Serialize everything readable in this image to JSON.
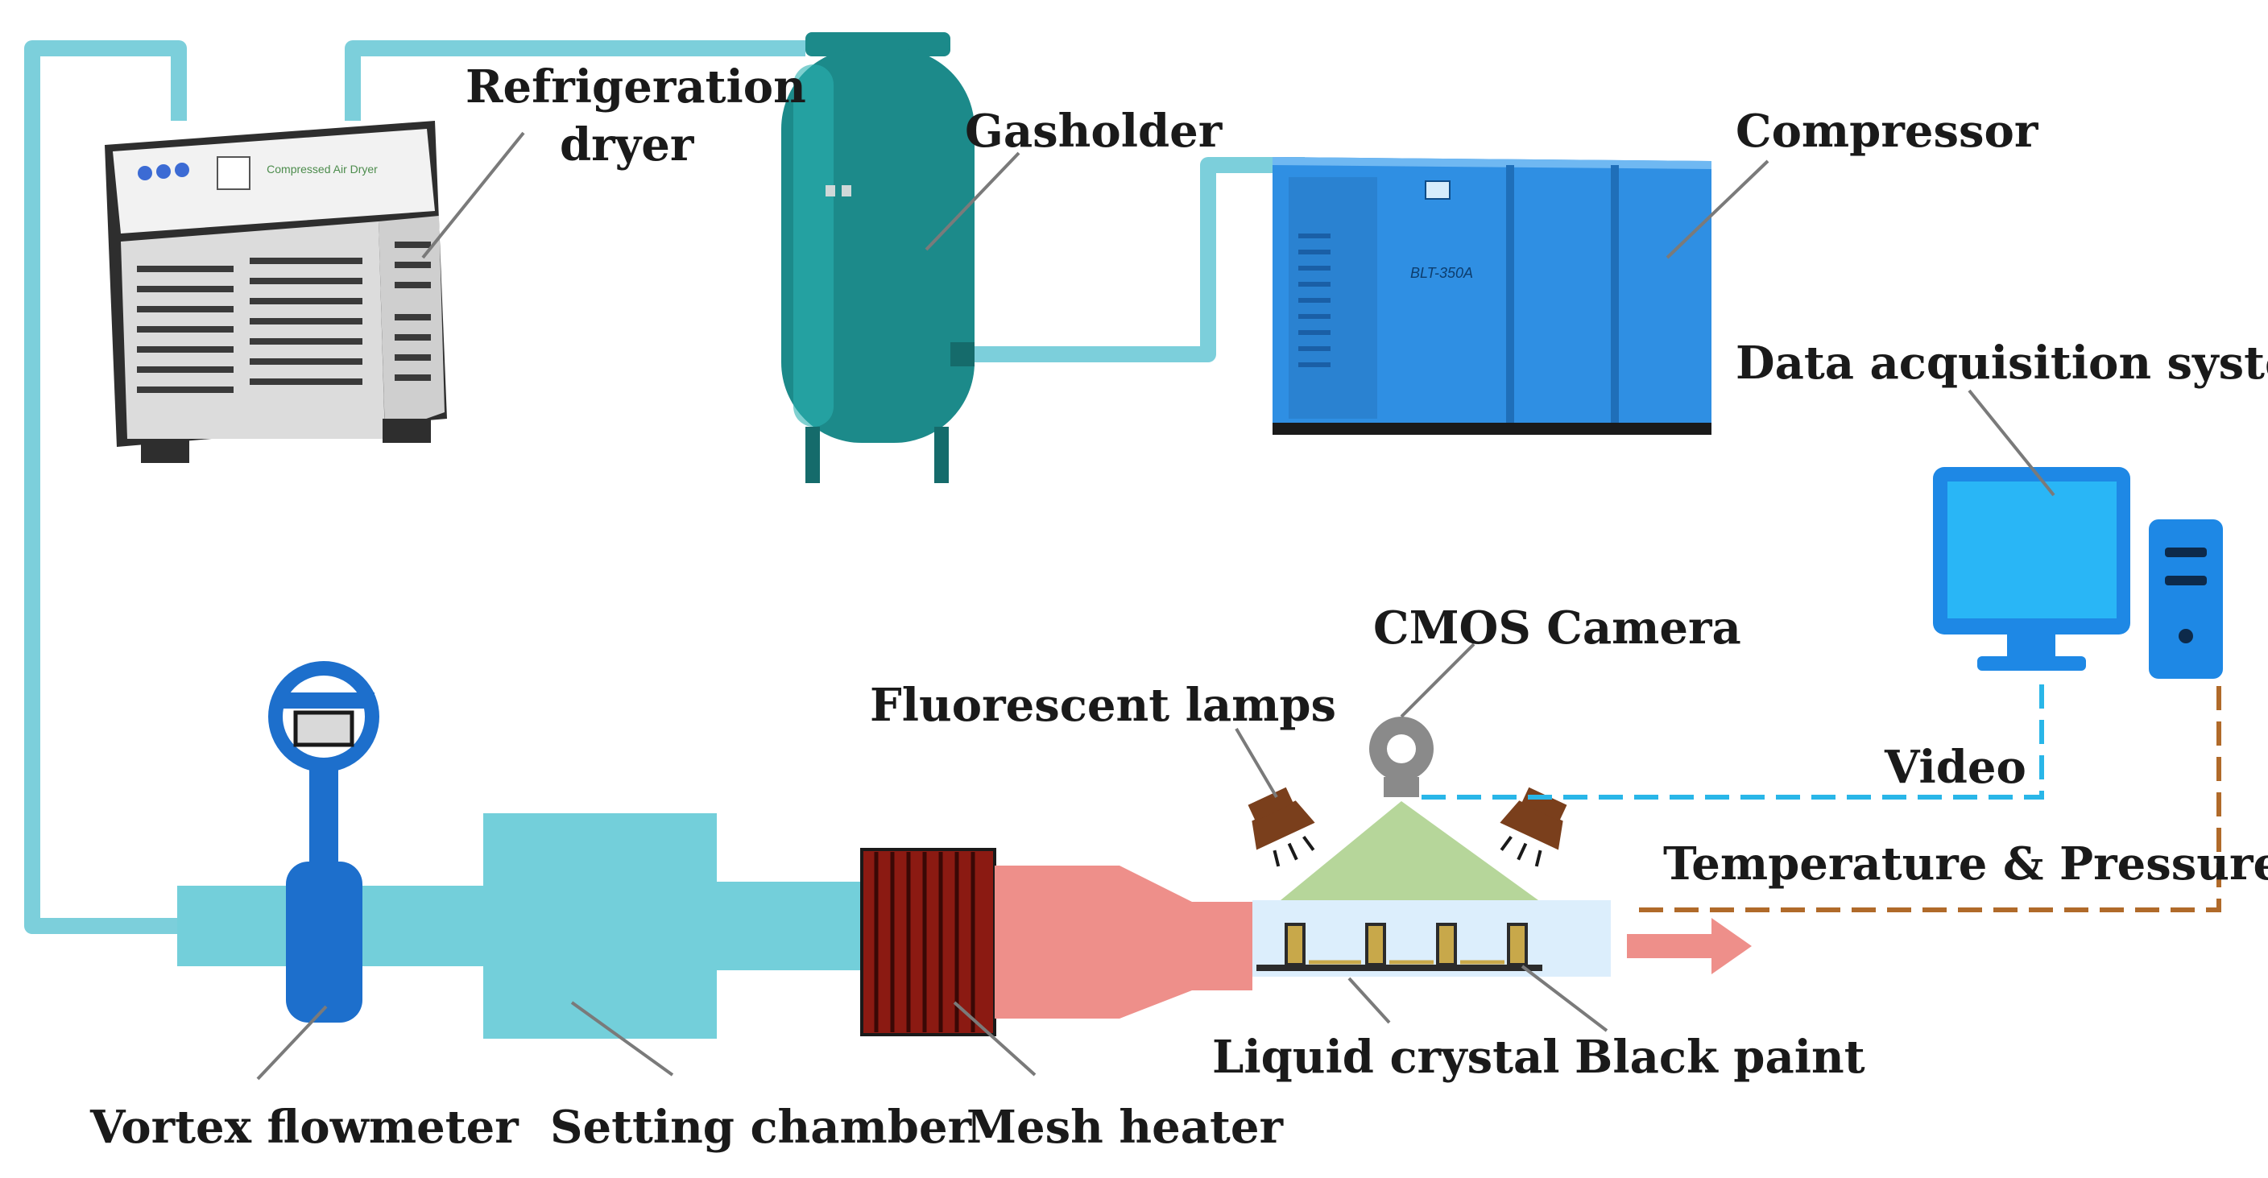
{
  "labels": {
    "refrigeration_dryer_line1": "Refrigeration",
    "refrigeration_dryer_line2": "dryer",
    "gasholder": "Gasholder",
    "compressor": "Compressor",
    "data_acquisition_system": "Data acquisition system",
    "cmos_camera": "CMOS Camera",
    "fluorescent_lamps": "Fluorescent lamps",
    "video": "Video",
    "temperature_pressure": "Temperature & Pressure",
    "liquid_crystal": "Liquid crystal",
    "black_paint": "Black paint",
    "vortex_flowmeter": "Vortex flowmeter",
    "setting_chamber": "Setting chamber",
    "mesh_heater": "Mesh heater"
  },
  "equipment_text": {
    "dryer_panel": "Compressed Air Dryer",
    "compressor_model": "BLT-350A"
  },
  "colors": {
    "pipe": "#7ccfdb",
    "pipe_body": "#73cfda",
    "hot_air": "#ee8f8a",
    "gasholder": "#1c8a8a",
    "compressor": "#2f8fe3",
    "flowmeter": "#1d6fcc",
    "camera_cone": "#b6d69a",
    "video_line": "#29b6e8",
    "temp_line": "#b06a2a",
    "mesh_heater": "#8b1a12",
    "monitor": "#1e88e5"
  }
}
